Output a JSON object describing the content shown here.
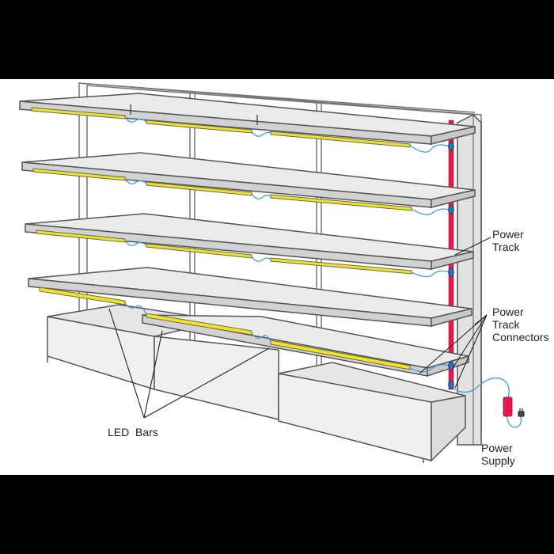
{
  "labels": {
    "power_track": [
      "Power",
      "Track"
    ],
    "power_track_connectors": [
      "Power",
      "Track",
      "Connectors"
    ],
    "led_bars": "LED  Bars",
    "power_supply": [
      "Power",
      "Supply"
    ]
  },
  "colors": {
    "background_frame": "#000000",
    "canvas": "#ffffff",
    "shelf_fill": "#ebebeb",
    "shelf_edge": "#d2d2d2",
    "outline": "#555555",
    "led_bar": "#f2e31c",
    "power_track": "#e8174f",
    "wire": "#3aa0d6",
    "power_supply": "#e8174f"
  },
  "icons": [
    "plug-icon",
    "power-supply-box"
  ]
}
